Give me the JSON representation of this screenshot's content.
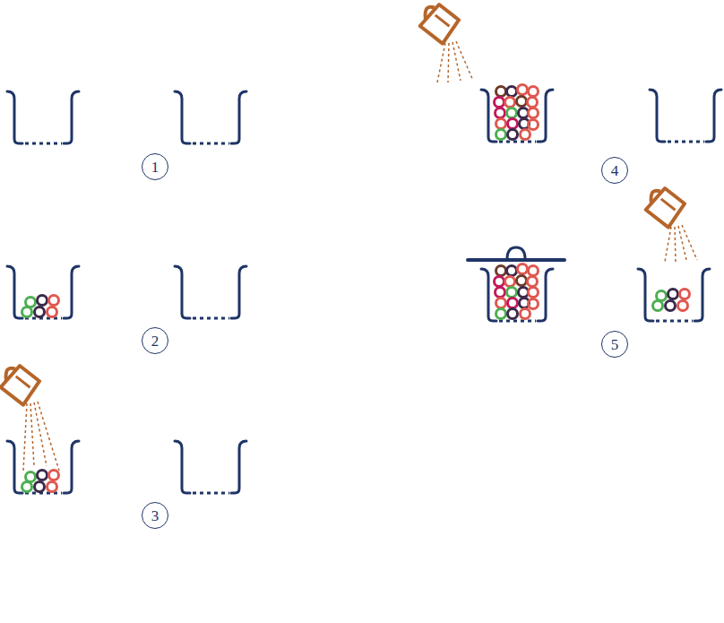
{
  "diagram": {
    "nodes": [
      {
        "text": [
          "1"
        ]
      },
      {
        "text": [
          "2"
        ]
      },
      {
        "text": [
          "3"
        ]
      },
      {
        "text": [
          "4"
        ]
      },
      {
        "text": [
          "5"
        ]
      }
    ]
  }
}
